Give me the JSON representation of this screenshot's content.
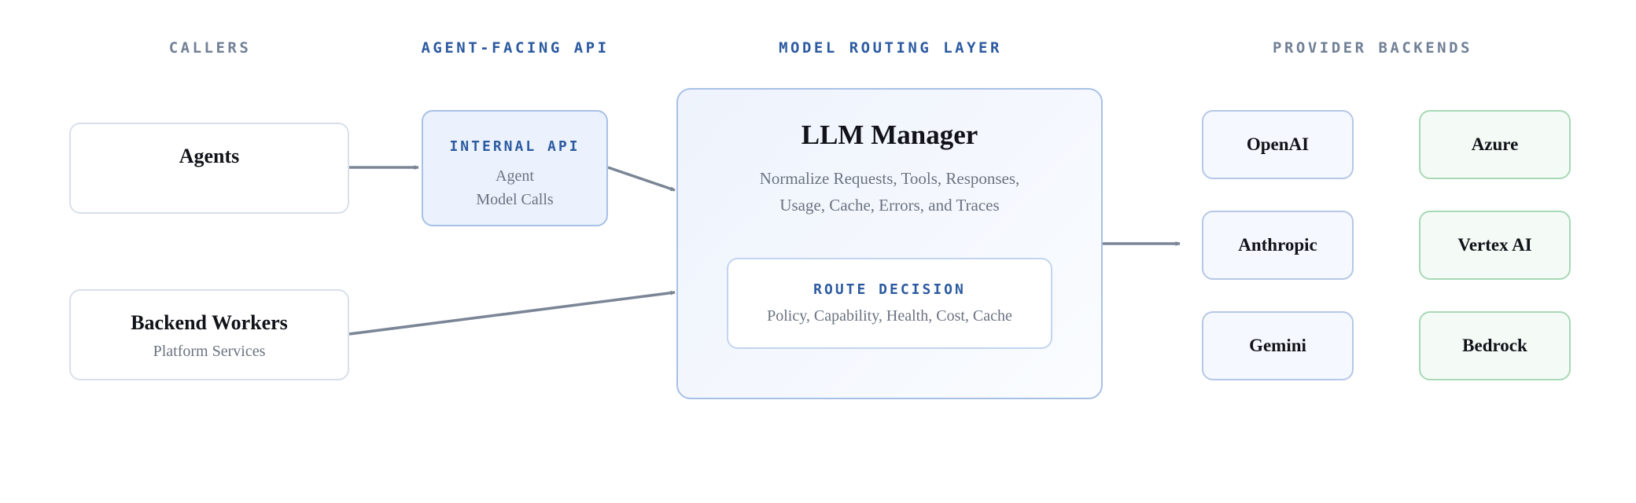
{
  "columns": {
    "callers": "CALLERS",
    "agent_api": "AGENT-FACING API",
    "routing": "MODEL ROUTING LAYER",
    "providers": "PROVIDER BACKENDS"
  },
  "callers": {
    "agents": {
      "title": "Agents"
    },
    "backend": {
      "title": "Backend Workers",
      "subtitle": "Platform Services"
    }
  },
  "internal_api": {
    "label": "INTERNAL API",
    "line1": "Agent",
    "line2": "Model Calls"
  },
  "manager": {
    "title": "LLM Manager",
    "line1": "Normalize Requests, Tools, Responses,",
    "line2": "Usage, Cache, Errors, and Traces",
    "route": {
      "label": "ROUTE DECISION",
      "text": "Policy, Capability, Health, Cost, Cache"
    }
  },
  "providers": {
    "openai": "OpenAI",
    "anthropic": "Anthropic",
    "gemini": "Gemini",
    "azure": "Azure",
    "vertex": "Vertex AI",
    "bedrock": "Bedrock"
  },
  "colors": {
    "arrow": "#7a8596",
    "blue_accent": "#2c5aa0",
    "green_border": "#a8d8b6"
  }
}
